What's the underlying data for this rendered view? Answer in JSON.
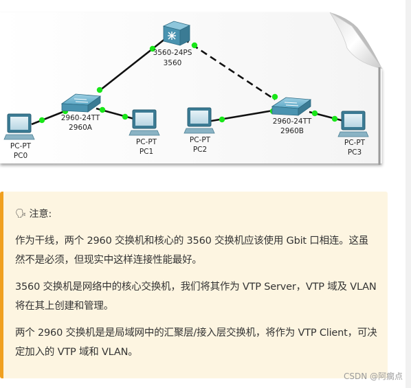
{
  "topology": {
    "devices": [
      {
        "id": "sw3560",
        "kind": "multilayer-switch",
        "label1": "3560-24PS",
        "label2": "3560"
      },
      {
        "id": "swA",
        "kind": "switch",
        "label1": "2960-24TT",
        "label2": "2960A"
      },
      {
        "id": "swB",
        "kind": "switch",
        "label1": "2960-24TT",
        "label2": "2960B"
      },
      {
        "id": "pc0",
        "kind": "pc",
        "label1": "PC-PT",
        "label2": "PC0"
      },
      {
        "id": "pc1",
        "kind": "pc",
        "label1": "PC-PT",
        "label2": "PC1"
      },
      {
        "id": "pc2",
        "kind": "pc",
        "label1": "PC-PT",
        "label2": "PC2"
      },
      {
        "id": "pc3",
        "kind": "pc",
        "label1": "PC-PT",
        "label2": "PC3"
      }
    ],
    "links": [
      {
        "from": "sw3560",
        "to": "swA",
        "style": "solid"
      },
      {
        "from": "sw3560",
        "to": "swB",
        "style": "dashed"
      },
      {
        "from": "swA",
        "to": "pc0",
        "style": "solid"
      },
      {
        "from": "swA",
        "to": "pc1",
        "style": "solid"
      },
      {
        "from": "swB",
        "to": "pc2",
        "style": "solid"
      },
      {
        "from": "swB",
        "to": "pc3",
        "style": "solid"
      }
    ],
    "colors": {
      "link": "#111111",
      "port": "#19e619",
      "device": "#4a93b0"
    }
  },
  "note": {
    "icon": "speaking-head-icon",
    "icon_glyph": "🗣",
    "title": "注意:",
    "paragraphs": [
      "作为干线，两个 2960 交换机和核心的 3560 交换机应该使用 Gbit 口相连。这虽然不是必须，但现实中这样连接性能最好。",
      "3560 交换机是网络中的核心交换机，我们将其作为 VTP Server，VTP 域及 VLAN 将在其上创建和管理。",
      "两个 2960 交换机是是局域网中的汇聚层/接入层交换机，将作为 VTP Client，可决定加入的 VTP 域和 VLAN。"
    ],
    "accent_color": "#f0a020",
    "background_color": "#fdf5e1"
  },
  "watermark": "CSDN @阿瘸点"
}
